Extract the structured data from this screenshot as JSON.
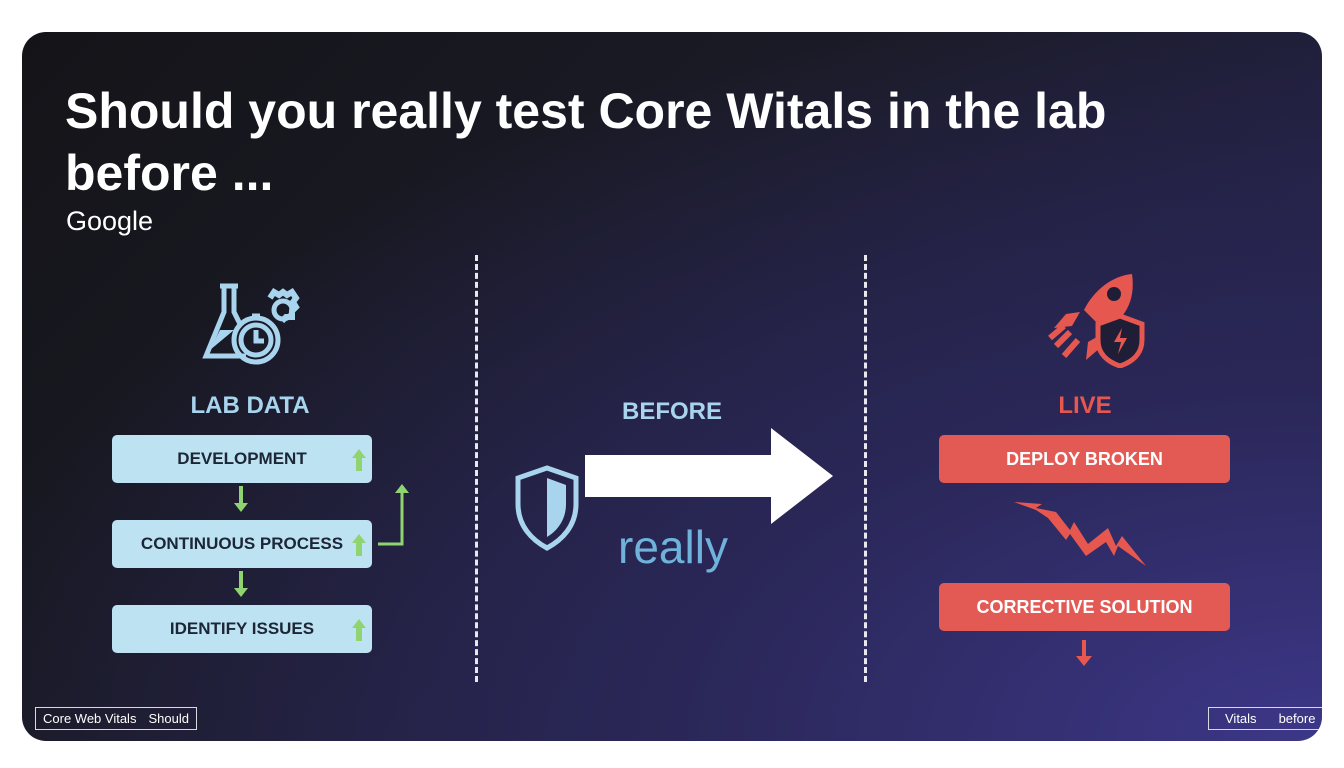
{
  "title_line1": "Should you really test Core Witals in the lab",
  "title_line2": "before ...",
  "source": "Google",
  "left": {
    "heading": "LAB DATA",
    "steps": [
      "DEVELOPMENT",
      "CONTINUOUS PROCESS",
      "IDENTIFY ISSUES"
    ]
  },
  "middle": {
    "heading": "BEFORE",
    "caption": "really"
  },
  "right": {
    "heading": "LIVE",
    "steps": [
      "DEPLOY BROKEN",
      "CORRECTIVE SOLUTION"
    ]
  },
  "tags": {
    "left": [
      "Core Web Vitals",
      "Should"
    ],
    "right": [
      "Vitals",
      "before"
    ]
  },
  "colors": {
    "lab": "#a8d4ee",
    "live": "#e5574f",
    "green": "#8fd470"
  }
}
